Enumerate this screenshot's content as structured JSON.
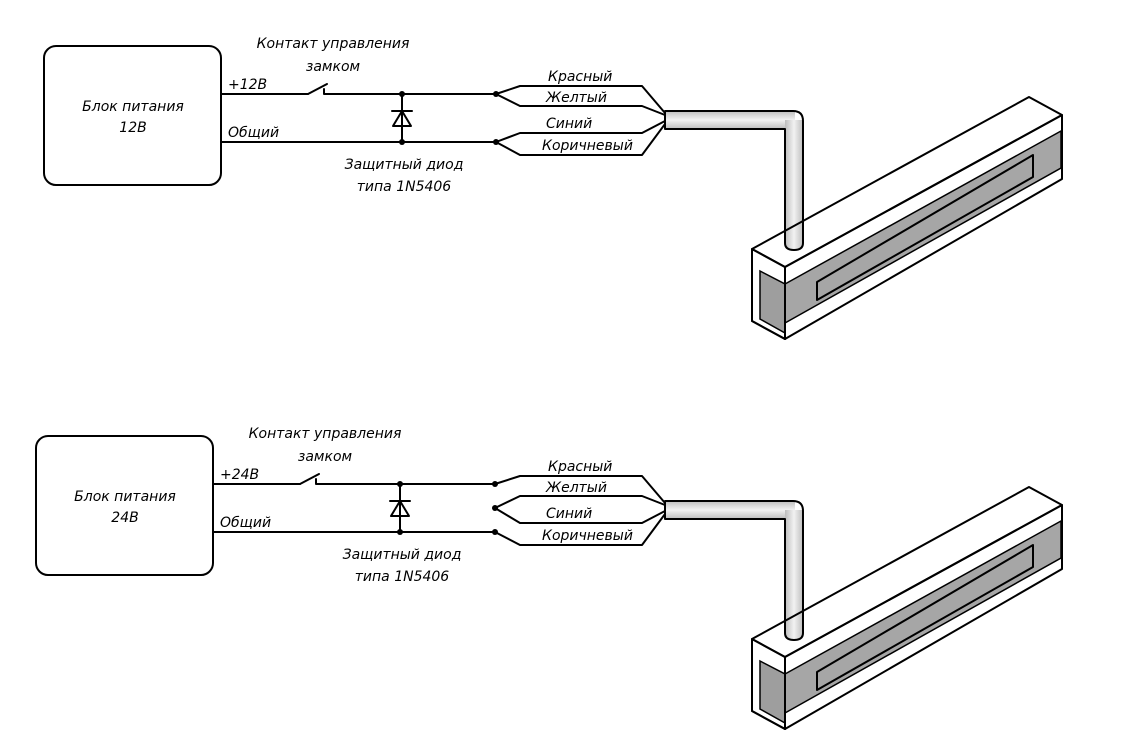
{
  "diagrams": [
    {
      "id": "12v",
      "power_supply": {
        "title": "Блок питания",
        "voltage": "12В"
      },
      "plus_label": "+12В",
      "common_label": "Общий",
      "switch_label_line1": "Контакт управления",
      "switch_label_line2": "замком",
      "diode_label_line1": "Защитный диод",
      "diode_label_line2": "типа 1N5406",
      "wires": [
        {
          "name": "Красный",
          "connects_to": "plus"
        },
        {
          "name": "Желтый",
          "connects_to": "plus"
        },
        {
          "name": "Синий",
          "connects_to": "common"
        },
        {
          "name": "Коричневый",
          "connects_to": "common"
        }
      ]
    },
    {
      "id": "24v",
      "power_supply": {
        "title": "Блок питания",
        "voltage": "24В"
      },
      "plus_label": "+24В",
      "common_label": "Общий",
      "switch_label_line1": "Контакт управления",
      "switch_label_line2": "замком",
      "diode_label_line1": "Защитный диод",
      "diode_label_line2": "типа 1N5406",
      "wires": [
        {
          "name": "Красный",
          "connects_to": "plus"
        },
        {
          "name": "Желтый",
          "connects_to": "bridge"
        },
        {
          "name": "Синий",
          "connects_to": "bridge"
        },
        {
          "name": "Коричневый",
          "connects_to": "common"
        }
      ]
    }
  ],
  "colors": {
    "line": "#000000",
    "cable_fill": "#dcdcdc",
    "lock_face": "#ffffff",
    "lock_shadow": "#a0a0a0"
  }
}
